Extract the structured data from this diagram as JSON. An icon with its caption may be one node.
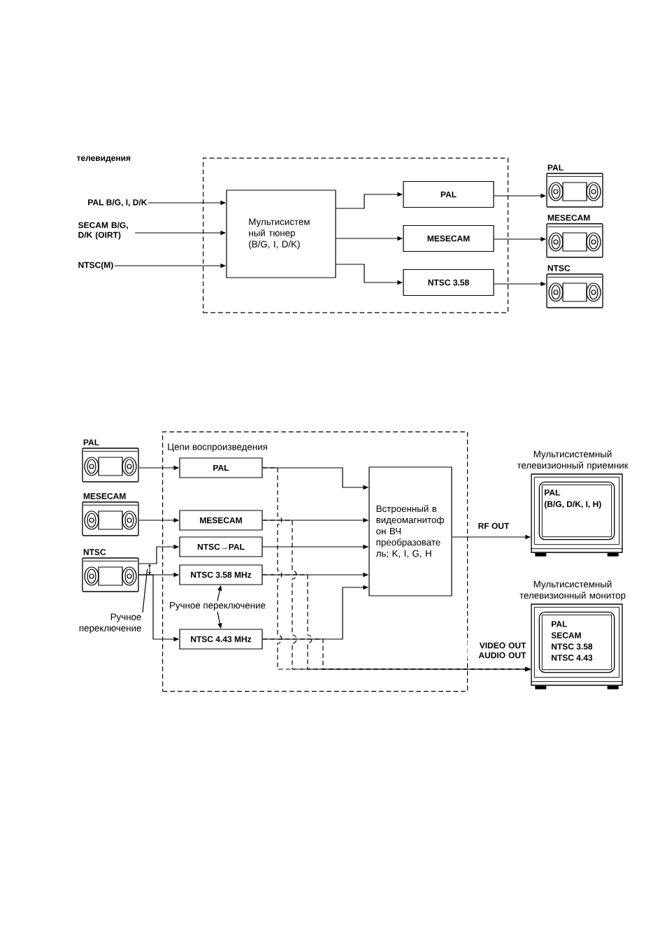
{
  "diagram": {
    "nodes": [
      {
        "text": [],
        "shape": "box"
      },
      {
        "text": [
          "PAL B/G, I, D/K"
        ]
      },
      {
        "text": [
          "SECAM B/G, D/K (OIRT)"
        ]
      },
      {
        "text": [
          "NTSC(M)"
        ]
      },
      {
        "text": [
          "Мультисистем ный тюнер (B/G, I, D/K)"
        ],
        "in": 0
      },
      {
        "text": [
          "PAL"
        ],
        "in": 0
      },
      {
        "text": [
          "MESECAM"
        ],
        "in": 0
      },
      {
        "text": [
          "NTSC 3.58"
        ],
        "in": 0
      },
      {
        "text": [
          "PAL"
        ]
      },
      {
        "text": [
          "MESECAM"
        ]
      },
      {
        "text": [
          "NTSC"
        ]
      },
      {
        "text": [
          "Цепи воспроизведения"
        ]
      },
      {
        "text": [
          "PAL"
        ]
      },
      {
        "text": [
          "MESECAM"
        ]
      },
      {
        "text": [
          "NTSC"
        ]
      },
      {
        "text": [
          "PAL"
        ],
        "in": 11
      },
      {
        "text": [
          "MESECAM"
        ],
        "in": 11
      },
      {
        "text": [
          "NTSC→PAL"
        ],
        "in": 11
      },
      {
        "text": [
          "NTSC 3.58 MHz"
        ],
        "in": 11
      },
      {
        "text": [
          "NTSC 4.43 MHz"
        ],
        "in": 11
      },
      {
        "text": [
          "Встроенный в видеомагнитоф он ВЧ преобразовате ль; K, I, G, H"
        ],
        "in": 11
      },
      {
        "text": [
          "Мультисистемный телевизионный приемник",
          "PAL",
          "(B/G, D/K, I, H)"
        ]
      },
      {
        "text": [
          "Мультисистемный телевизионный монитор",
          "PAL",
          "SECAM",
          "NTSC 3.58",
          "NTSC 4.43"
        ]
      },
      {
        "text": [
          "Ручное переключение"
        ]
      },
      {
        "text": [
          "Ручное переключение"
        ],
        "in": 11
      }
    ],
    "edges": [
      {
        "from": 1,
        "to": 4,
        "arrow": "to"
      },
      {
        "from": 2,
        "to": 4,
        "arrow": "to"
      },
      {
        "from": 3,
        "to": 4,
        "arrow": "to"
      },
      {
        "from": 4,
        "to": 5,
        "arrow": "to"
      },
      {
        "from": 4,
        "to": 6,
        "arrow": "to"
      },
      {
        "from": 4,
        "to": 7,
        "arrow": "to"
      },
      {
        "from": 5,
        "to": 8,
        "arrow": "to"
      },
      {
        "from": 6,
        "to": 9,
        "arrow": "to"
      },
      {
        "from": 7,
        "to": 10,
        "arrow": "to"
      },
      {
        "from": 12,
        "to": 15,
        "arrow": "to"
      },
      {
        "from": 13,
        "to": 16,
        "arrow": "to"
      },
      {
        "from": 14,
        "to": 17,
        "arrow": "to"
      },
      {
        "from": 14,
        "to": 18,
        "arrow": "to"
      },
      {
        "from": 14,
        "to": 19,
        "arrow": "to"
      },
      {
        "from": 15,
        "to": 20,
        "arrow": "to"
      },
      {
        "from": 16,
        "to": 20,
        "arrow": "to"
      },
      {
        "from": 17,
        "to": 20,
        "arrow": "to"
      },
      {
        "from": 18,
        "to": 20,
        "arrow": "to"
      },
      {
        "from": 19,
        "to": 20,
        "arrow": "to"
      },
      {
        "from": 20,
        "to": 21,
        "arrow": "to",
        "label": "RF OUT"
      },
      {
        "from": 15,
        "to": 22,
        "arrow": "to",
        "style": "dashed",
        "label": "VIDEO OUT AUDIO OUT"
      },
      {
        "from": 16,
        "to": 22,
        "arrow": "to",
        "style": "dashed"
      },
      {
        "from": 18,
        "to": 22,
        "arrow": "to",
        "style": "dashed"
      },
      {
        "from": 19,
        "to": 22,
        "arrow": "to",
        "style": "dashed"
      },
      {
        "from": 23,
        "to": 14,
        "arrow": "none"
      },
      {
        "from": 24,
        "to": 18,
        "arrow": "to"
      },
      {
        "from": 24,
        "to": 19,
        "arrow": "to"
      }
    ],
    "labels": [
      "телевидения"
    ]
  }
}
